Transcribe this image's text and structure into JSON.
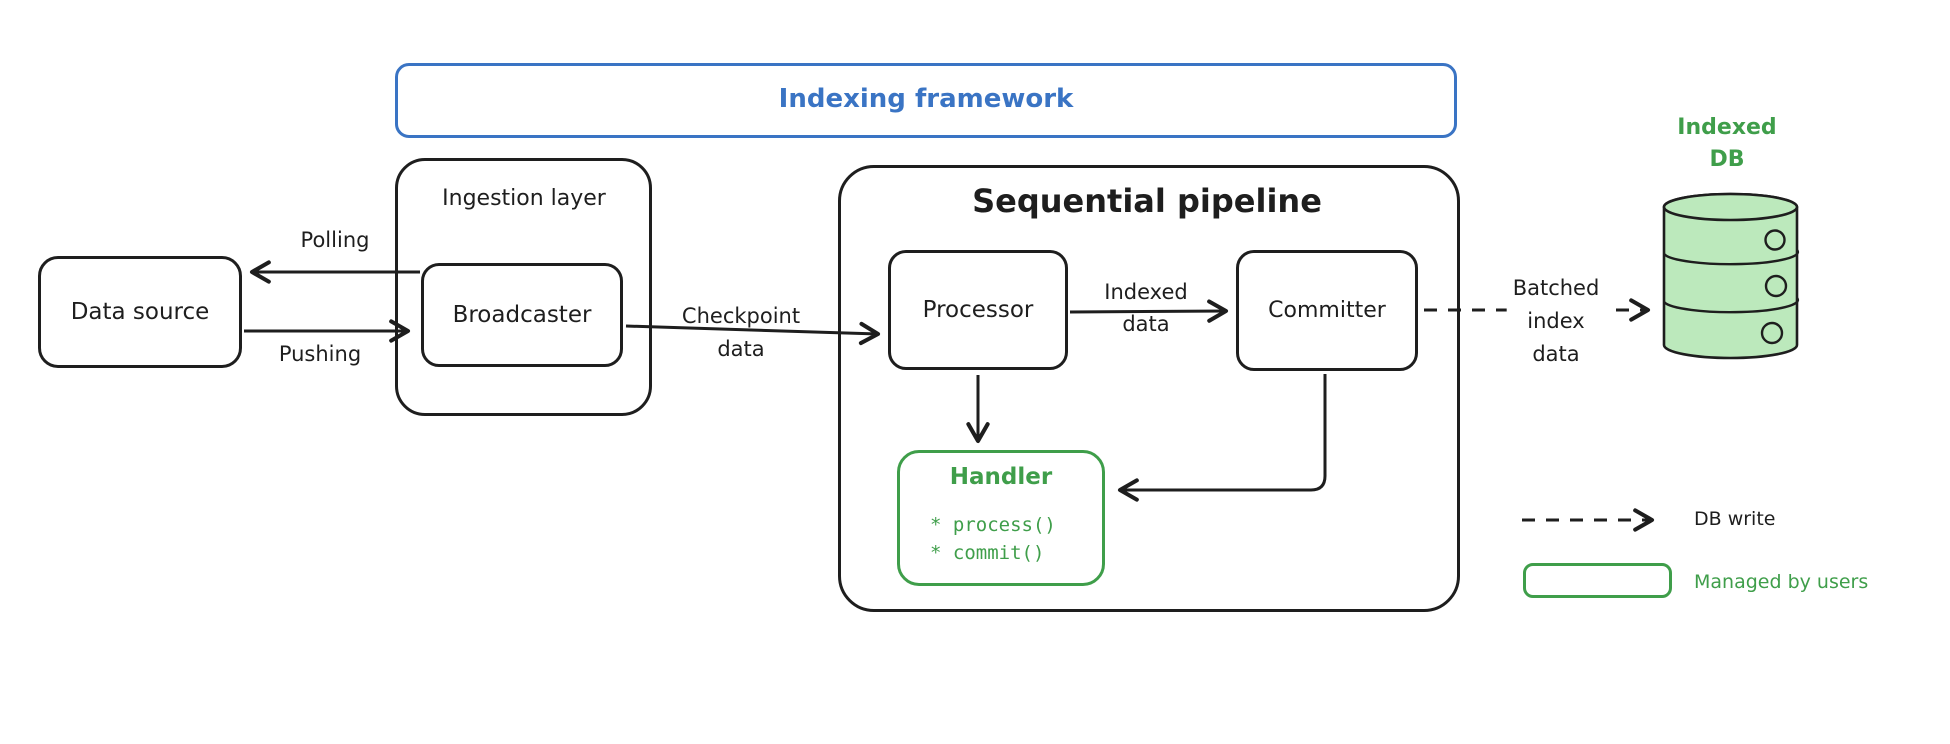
{
  "diagram_title": "Indexing framework",
  "colors": {
    "ink": "#1e1e1e",
    "frame_blue": "#3a74c4",
    "green_stroke": "#3f9e4a",
    "green_fill": "#bce9bc"
  },
  "frame": {
    "title": "Indexing framework"
  },
  "nodes": {
    "data_source": {
      "label": "Data source"
    },
    "ingestion_layer": {
      "label": "Ingestion layer"
    },
    "broadcaster": {
      "label": "Broadcaster"
    },
    "pipeline": {
      "label": "Sequential pipeline"
    },
    "processor": {
      "label": "Processor"
    },
    "committer": {
      "label": "Committer"
    },
    "handler": {
      "title": "Handler",
      "methods": [
        "* process()",
        "* commit()"
      ]
    },
    "indexed_db": {
      "lines": [
        "Indexed",
        "DB"
      ]
    }
  },
  "edges": {
    "polling": {
      "label": "Polling"
    },
    "pushing": {
      "label": "Pushing"
    },
    "checkpoint": {
      "lines": [
        "Checkpoint",
        "data"
      ]
    },
    "indexed_data": {
      "lines": [
        "Indexed",
        "data"
      ]
    },
    "batched_index": {
      "lines": [
        "Batched",
        "index",
        "data"
      ]
    }
  },
  "legend": {
    "db_write": "DB write",
    "managed_by_users": "Managed by users"
  }
}
